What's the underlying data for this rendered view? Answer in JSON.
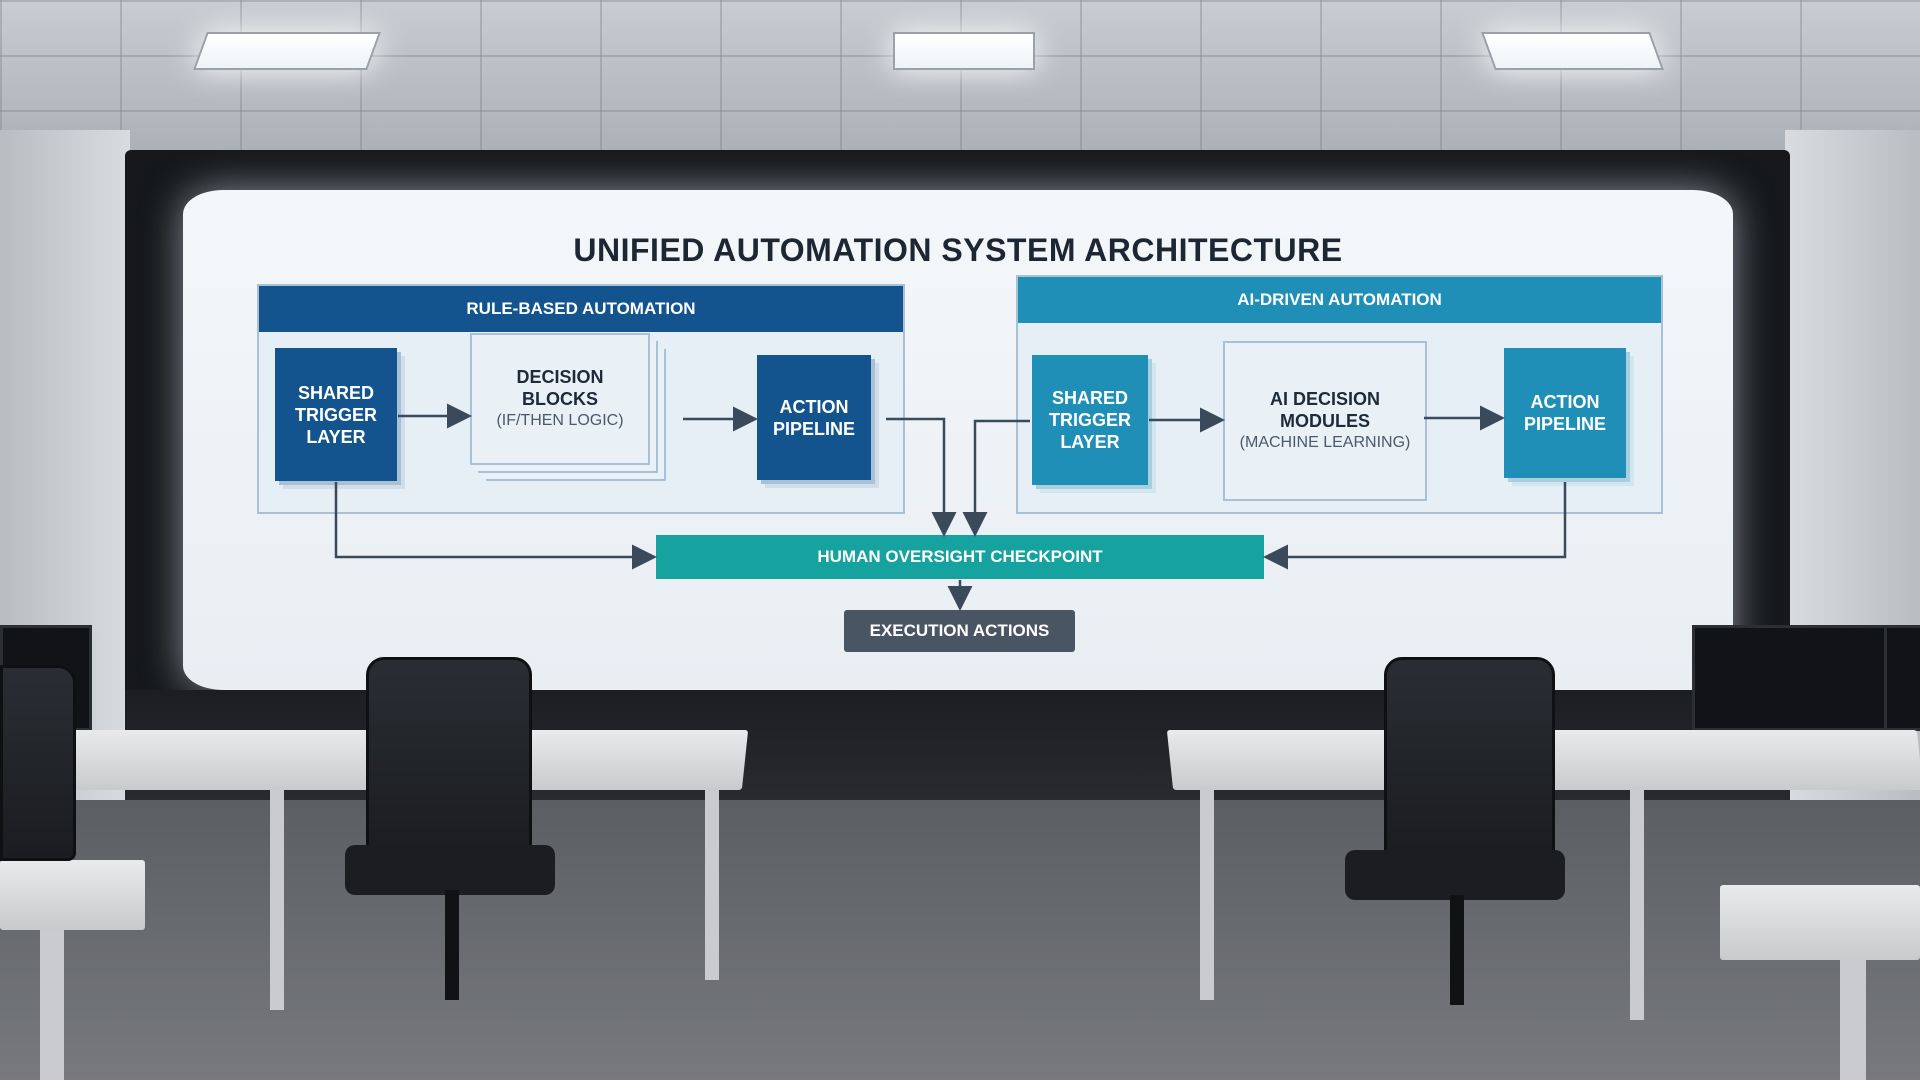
{
  "diagram": {
    "title": "UNIFIED AUTOMATION SYSTEM ARCHITECTURE",
    "rule_panel": {
      "header": "RULE-BASED AUTOMATION",
      "trigger": "SHARED\nTRIGGER\nLAYER",
      "decision_title": "DECISION\nBLOCKS",
      "decision_sub": "(IF/THEN LOGIC)",
      "action": "ACTION\nPIPELINE"
    },
    "ai_panel": {
      "header": "AI-DRIVEN AUTOMATION",
      "trigger": "SHARED\nTRIGGER\nLAYER",
      "decision_title": "AI DECISION\nMODULES",
      "decision_sub": "(MACHINE LEARNING)",
      "action": "ACTION\nPIPELINE"
    },
    "checkpoint": "HUMAN OVERSIGHT CHECKPOINT",
    "execution": "EXECUTION ACTIONS"
  },
  "colors": {
    "rule_header": "#13548f",
    "ai_header": "#1f8fb7",
    "checkpoint": "#16a3a0",
    "execution": "#4a5563",
    "screen": "#f1f5f8"
  }
}
